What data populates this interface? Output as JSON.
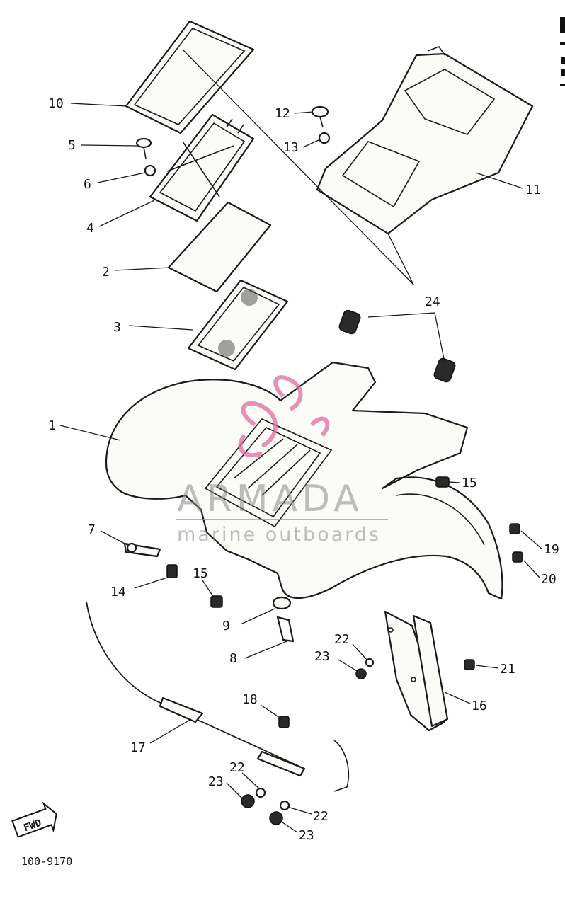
{
  "diagram": {
    "callouts": [
      {
        "id": "c10",
        "label": "10"
      },
      {
        "id": "c5",
        "label": "5"
      },
      {
        "id": "c6",
        "label": "6"
      },
      {
        "id": "c4",
        "label": "4"
      },
      {
        "id": "c2",
        "label": "2"
      },
      {
        "id": "c3",
        "label": "3"
      },
      {
        "id": "c1",
        "label": "1"
      },
      {
        "id": "c12",
        "label": "12"
      },
      {
        "id": "c13",
        "label": "13"
      },
      {
        "id": "c11",
        "label": "11"
      },
      {
        "id": "c24",
        "label": "24"
      },
      {
        "id": "c15a",
        "label": "15"
      },
      {
        "id": "c7",
        "label": "7"
      },
      {
        "id": "c14",
        "label": "14"
      },
      {
        "id": "c15b",
        "label": "15"
      },
      {
        "id": "c9",
        "label": "9"
      },
      {
        "id": "c8",
        "label": "8"
      },
      {
        "id": "c19",
        "label": "19"
      },
      {
        "id": "c20",
        "label": "20"
      },
      {
        "id": "c22a",
        "label": "22"
      },
      {
        "id": "c23a",
        "label": "23"
      },
      {
        "id": "c21",
        "label": "21"
      },
      {
        "id": "c16",
        "label": "16"
      },
      {
        "id": "c18",
        "label": "18"
      },
      {
        "id": "c17",
        "label": "17"
      },
      {
        "id": "c22b",
        "label": "22"
      },
      {
        "id": "c23b",
        "label": "23"
      },
      {
        "id": "c22c",
        "label": "22"
      },
      {
        "id": "c23c",
        "label": "23"
      }
    ],
    "fwd_label": "FWD",
    "drawing_code": "100-9170"
  },
  "watermark": {
    "brand": "ARMADA",
    "tagline": "marine outboards",
    "color": "#e46aa0"
  }
}
